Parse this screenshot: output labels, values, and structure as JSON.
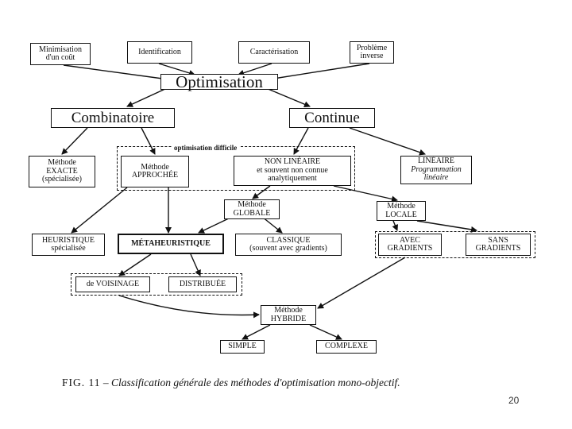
{
  "nodes": {
    "minimisation": [
      "Minimisation",
      "d'un coût"
    ],
    "identification": [
      "Identification"
    ],
    "caracterisation": [
      "Caractérisation"
    ],
    "probleme_inverse": [
      "Problème",
      "inverse"
    ],
    "optimisation": "Optimisation",
    "combinatoire": "Combinatoire",
    "continue": "Continue",
    "methode_exacte": [
      "Méthode",
      "EXACTE",
      "(spécialisée)"
    ],
    "methode_approchee": [
      "Méthode",
      "APPROCHÉE"
    ],
    "non_lineaire": [
      "NON LINÉAIRE",
      "et souvent non connue",
      "analytiquement"
    ],
    "lineaire": [
      "LINÉAIRE",
      "Programmation",
      "linéaire"
    ],
    "optimisation_difficile": "optimisation difficile",
    "methode_globale": [
      "Méthode",
      "GLOBALE"
    ],
    "methode_locale": [
      "Méthode",
      "LOCALE"
    ],
    "heuristique": [
      "HEURISTIQUE",
      "spécialisée"
    ],
    "metaheuristique": "MÉTAHEURISTIQUE",
    "classique": [
      "CLASSIQUE",
      "(souvent avec gradients)"
    ],
    "avec_gradients": [
      "AVEC",
      "GRADIENTS"
    ],
    "sans_gradients": [
      "SANS",
      "GRADIENTS"
    ],
    "de_voisinage": "de VOISINAGE",
    "distribuee": "DISTRIBUÉE",
    "methode_hybride": [
      "Méthode",
      "HYBRIDE"
    ],
    "simple": "SIMPLE",
    "complexe": "COMPLEXE"
  },
  "caption": {
    "fig": "FIG. 11",
    "text": "– Classification générale des méthodes d'optimisation mono-objectif."
  },
  "page_number": "20",
  "colors": {
    "ink": "#111111",
    "background": "#ffffff"
  }
}
